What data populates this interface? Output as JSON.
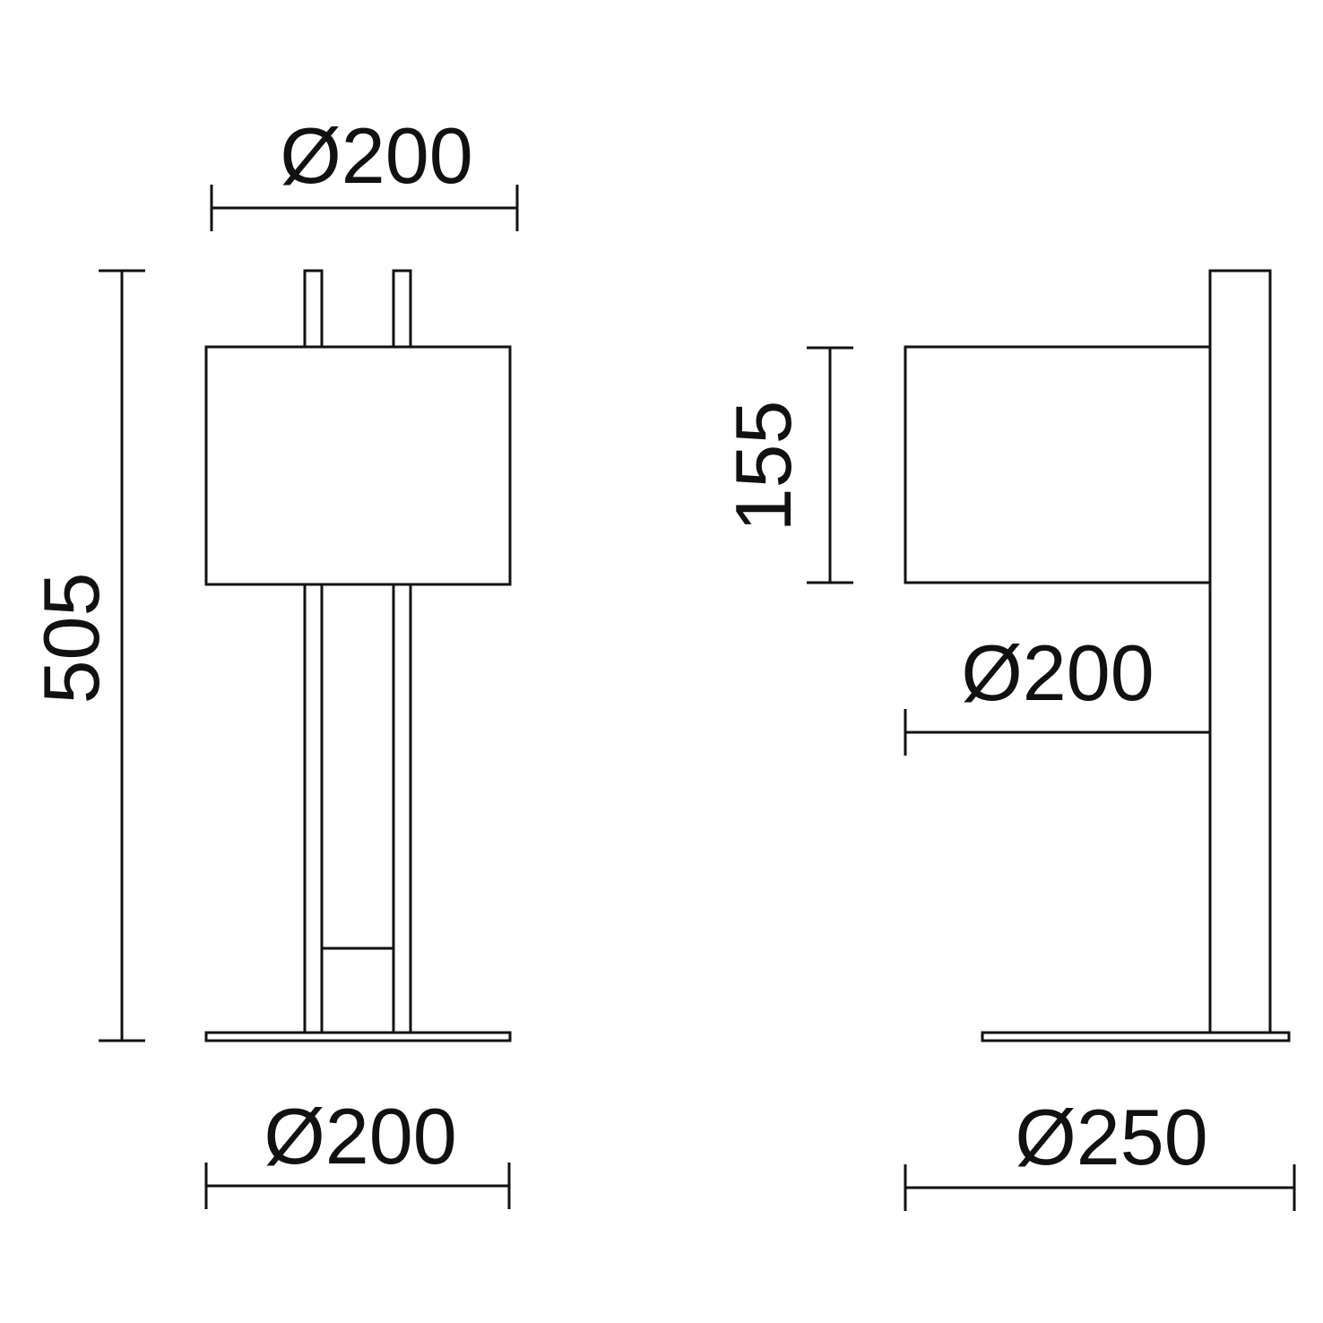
{
  "front_view": {
    "shade_diameter": "Ø200",
    "height": "505",
    "base_diameter": "Ø200"
  },
  "side_view": {
    "shade_height": "155",
    "shade_diameter": "Ø200",
    "base_diameter": "Ø250"
  },
  "colors": {
    "line": "#111111",
    "background": "#ffffff"
  }
}
